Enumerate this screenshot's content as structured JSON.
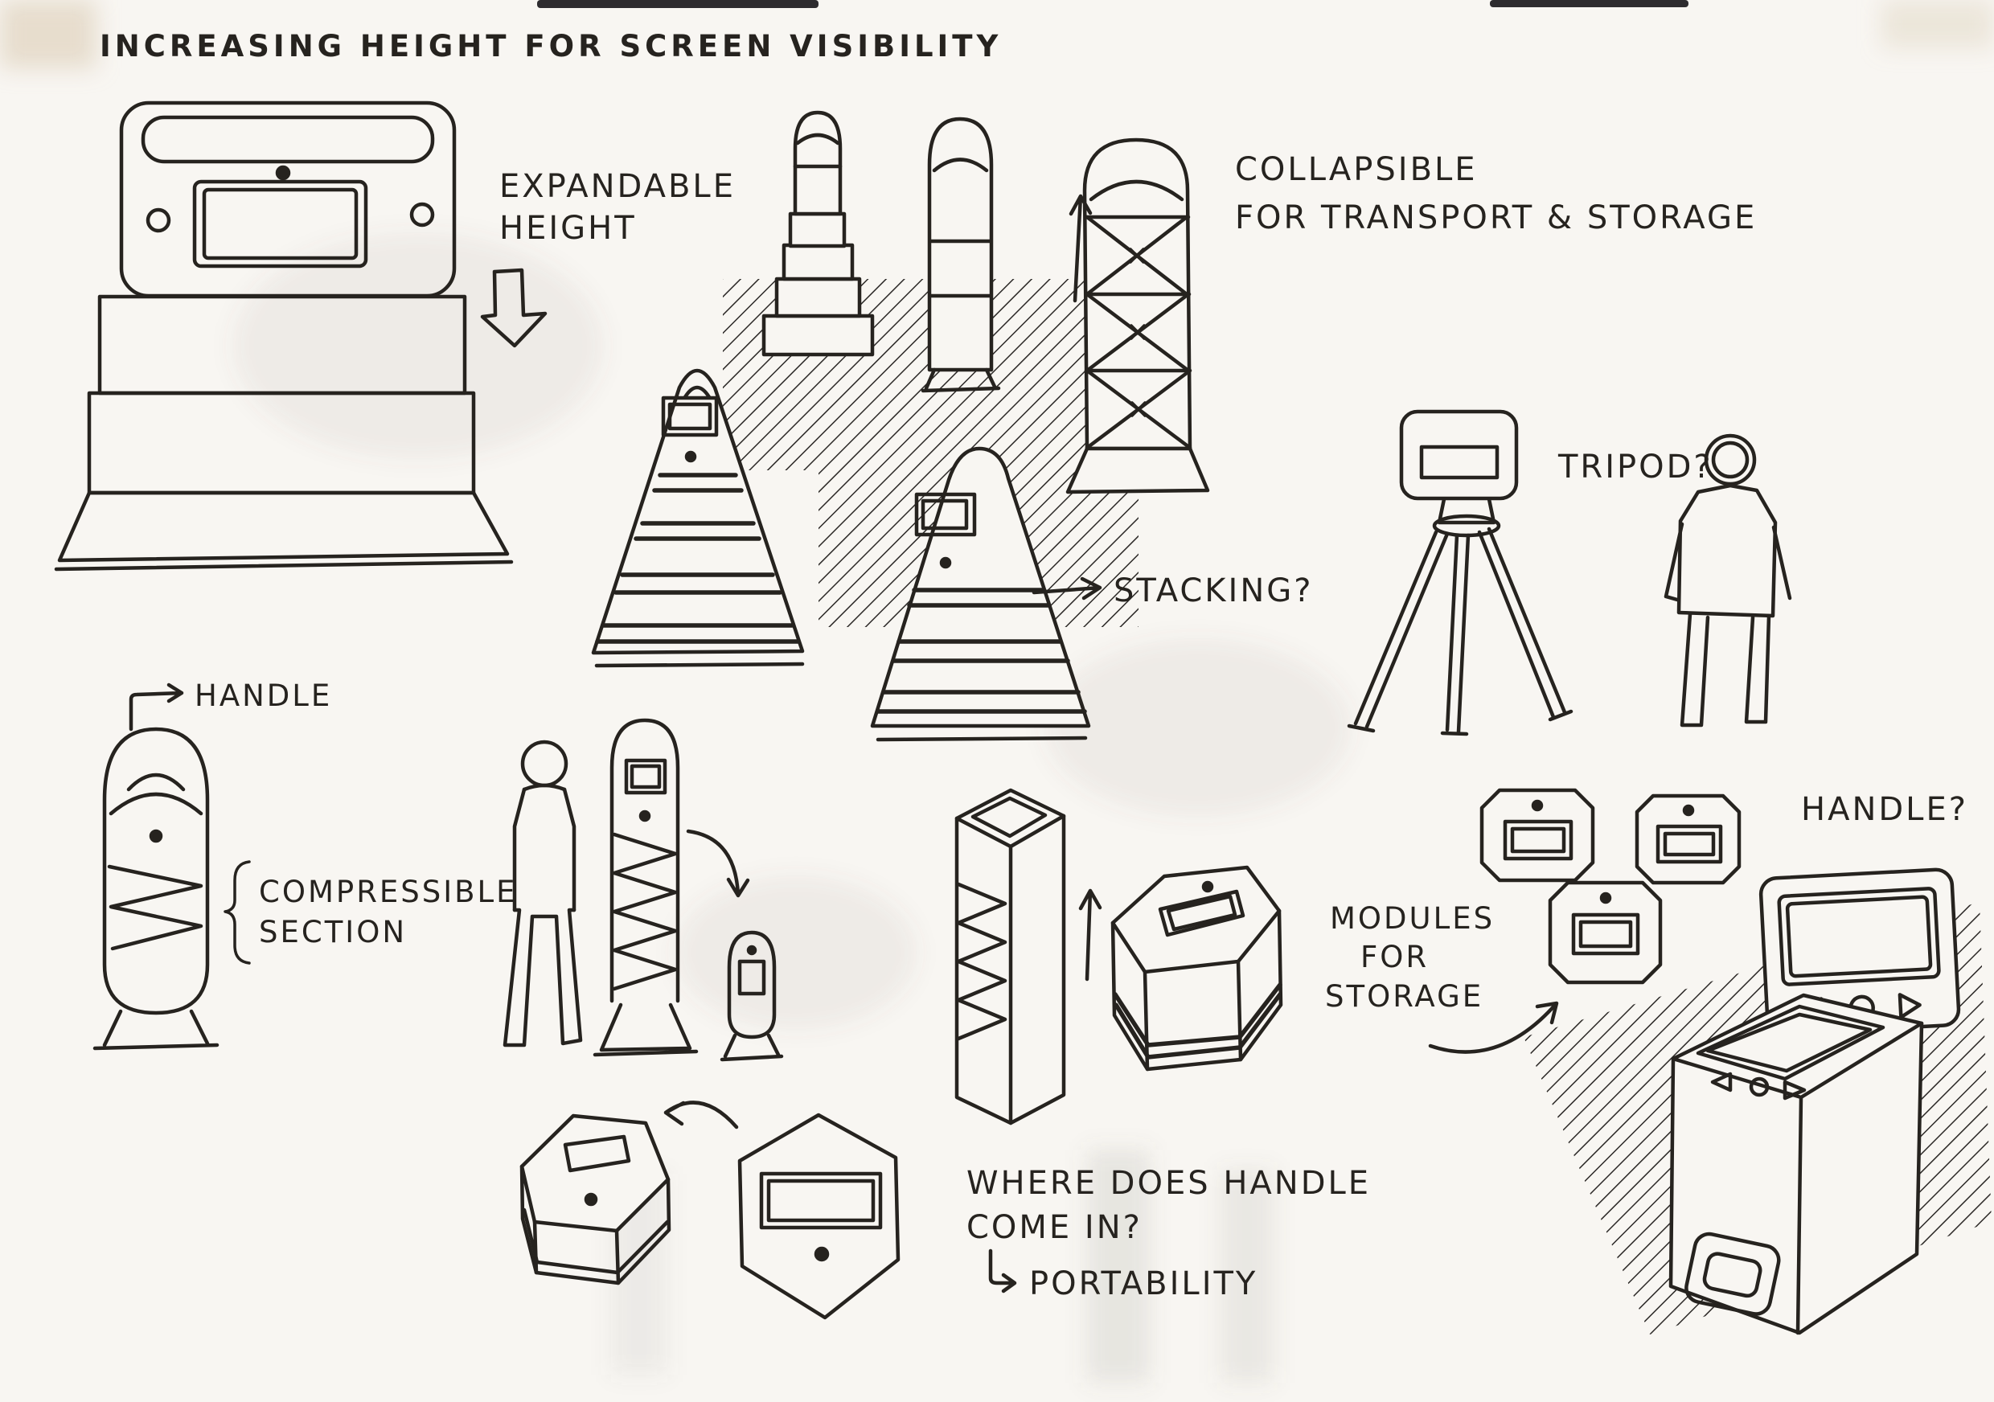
{
  "page": {
    "title": "INCREASING HEIGHT FOR SCREEN VISIBILITY"
  },
  "annotations": {
    "expandable": {
      "line1": "EXPANDABLE",
      "line2": "HEIGHT"
    },
    "collapsible": {
      "line1": "COLLAPSIBLE",
      "line2": "FOR TRANSPORT & STORAGE"
    },
    "stacking": "STACKING?",
    "tripod": "TRIPOD?",
    "handle": "HANDLE",
    "compressible": {
      "line1": "COMPRESSIBLE",
      "line2": "SECTION"
    },
    "modules": {
      "line1": "MODULES",
      "line2": "FOR",
      "line3": "STORAGE"
    },
    "handle_question": "HANDLE?",
    "where_handle": {
      "line1": "WHERE DOES HANDLE",
      "line2": "COME IN?"
    },
    "portability": "PORTABILITY"
  },
  "colors": {
    "ink": "#26231f",
    "paper": "#f8f6f2",
    "hatch": "#2b2826"
  }
}
